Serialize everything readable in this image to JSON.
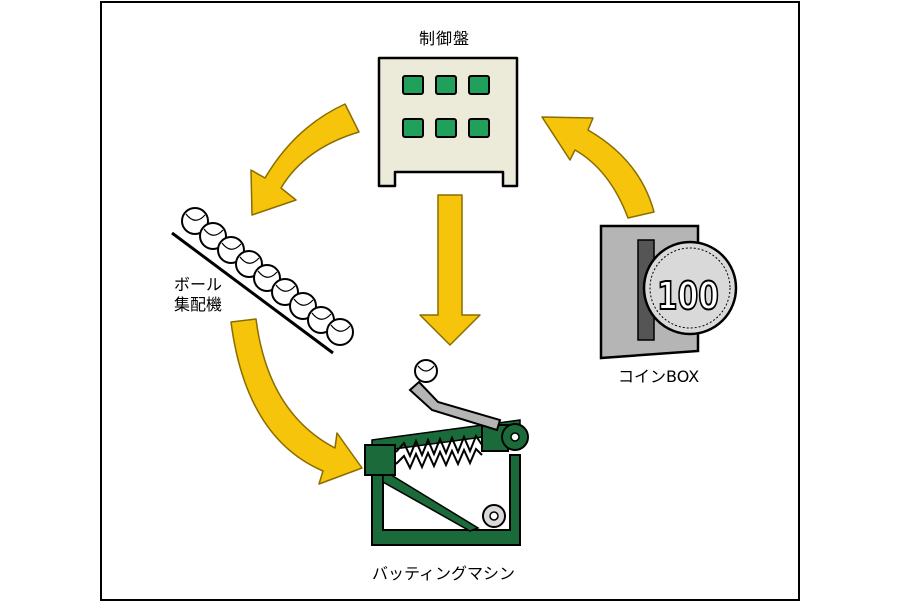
{
  "labels": {
    "control_panel": "制御盤",
    "ball_feeder_line1": "ボール",
    "ball_feeder_line2": "集配機",
    "coin_box": "コインBOX",
    "batting_machine": "バッティングマシン",
    "coin_value": "100"
  },
  "colors": {
    "arrow": "#f6c40a",
    "arrow_stroke": "#8a6d00",
    "machine_green": "#1b6b3a",
    "button_green": "#20a05a",
    "panel_beige": "#ecead8",
    "coin_gray": "#d9d9d9",
    "slot_gray": "#b5b5b5"
  }
}
